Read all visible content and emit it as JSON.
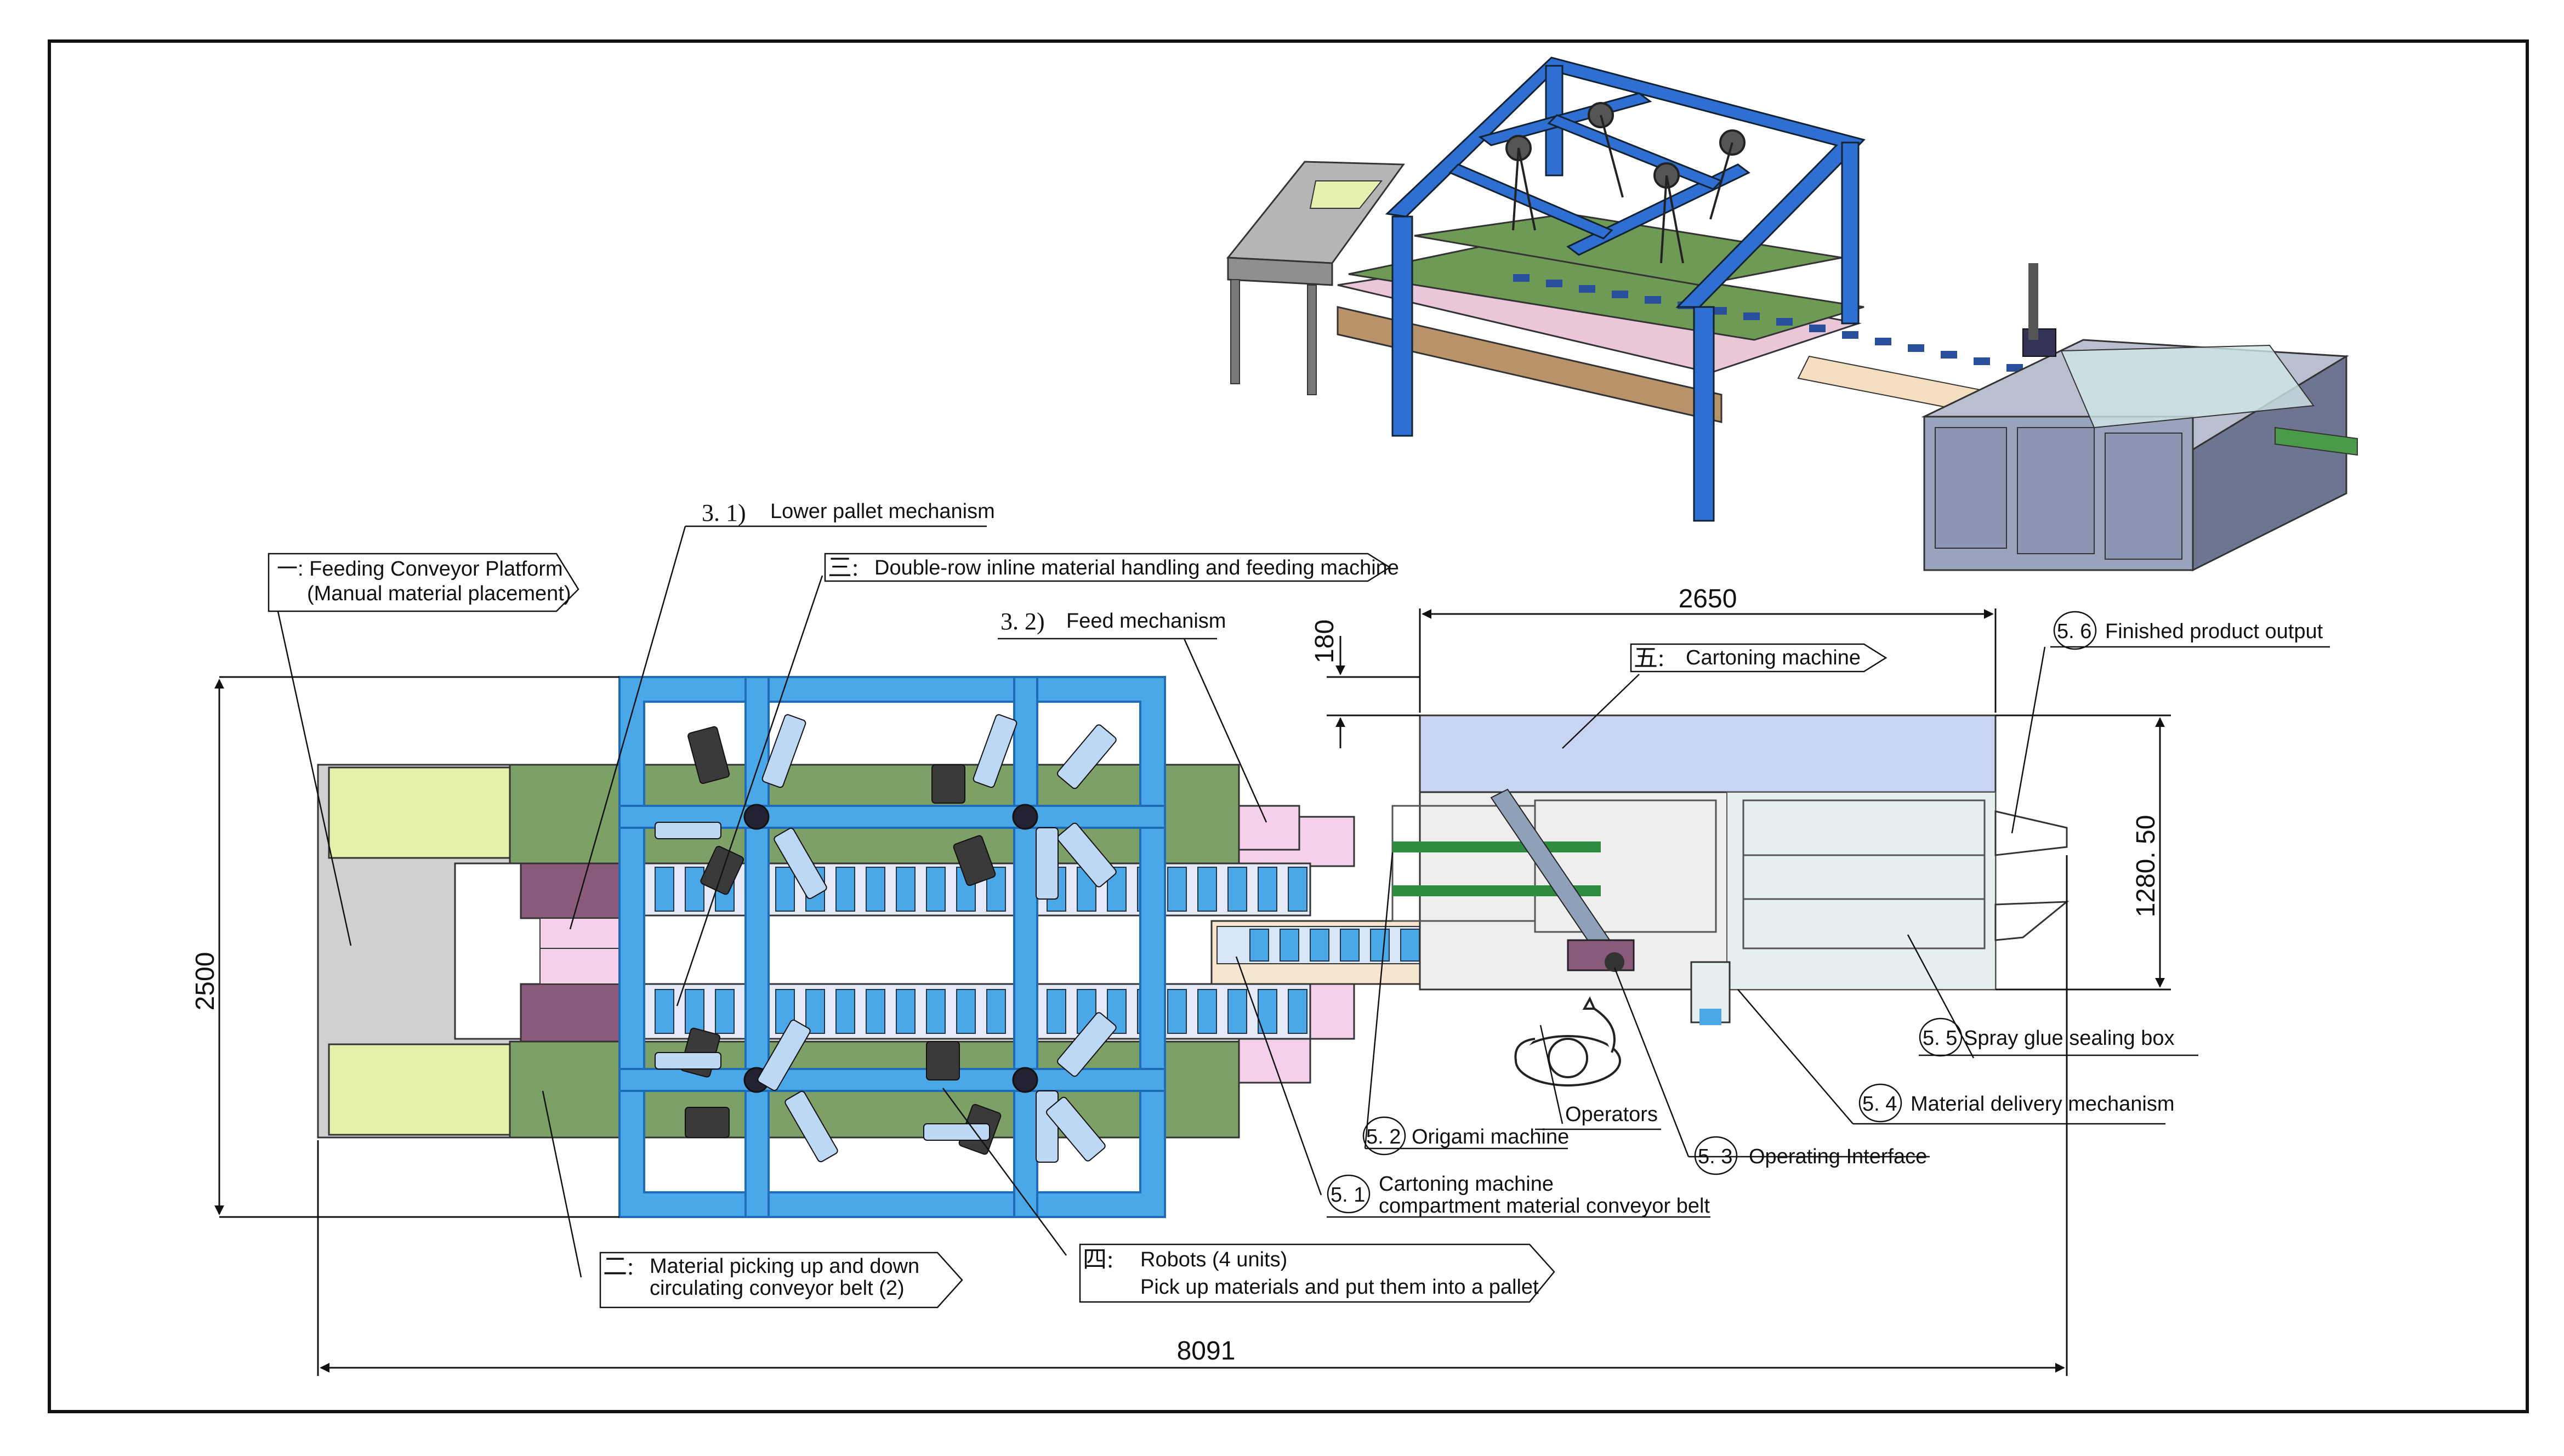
{
  "labels": {
    "feeding_platform_line1": "一: Feeding Conveyor Platform",
    "feeding_platform_line2": "(Manual material placement)",
    "lower_pallet_num": "3. 1)",
    "lower_pallet": "Lower pallet mechanism",
    "double_row_num": "三:",
    "double_row": "Double-row inline material handling and feeding machine",
    "feed_mech_num": "3. 2)",
    "feed_mech": "Feed mechanism",
    "cartoning_num": "五:",
    "cartoning": "Cartoning machine",
    "finished_num": "5. 6",
    "finished": "Finished product output",
    "spray_num": "5. 5",
    "spray": "Spray glue sealing box",
    "delivery_num": "5. 4",
    "delivery": "Material delivery mechanism",
    "operating_num": "5. 3",
    "operating": "Operating Interface",
    "operators": "Operators",
    "origami_num": "5. 2",
    "origami": "Origami machine",
    "belt_num": "5. 1",
    "belt_line1": "Cartoning machine",
    "belt_line2": "compartment material conveyor belt",
    "picking_num": "二:",
    "picking_line1": "Material picking up and down",
    "picking_line2": "circulating conveyor belt  (2)",
    "robots_num": "四:",
    "robots_line1": "Robots (4 units)",
    "robots_line2": "Pick up materials and put them into a pallet"
  },
  "dimensions": {
    "d2650": "2650",
    "d180": "180",
    "d2500": "2500",
    "d1280": "1280. 50",
    "d8091": "8091"
  },
  "colors": {
    "frame_blue": "#4aa8e8",
    "frame_outline": "#1f6db8",
    "belt_green": "#6b9a5a",
    "pad_yellow": "#e7f0a8",
    "pallet_pink": "#f5d0ea",
    "pallet_purple": "#8a5a7a",
    "cartoner_top": "#c9d4f2",
    "iso_blue": "#2f6fd1"
  }
}
